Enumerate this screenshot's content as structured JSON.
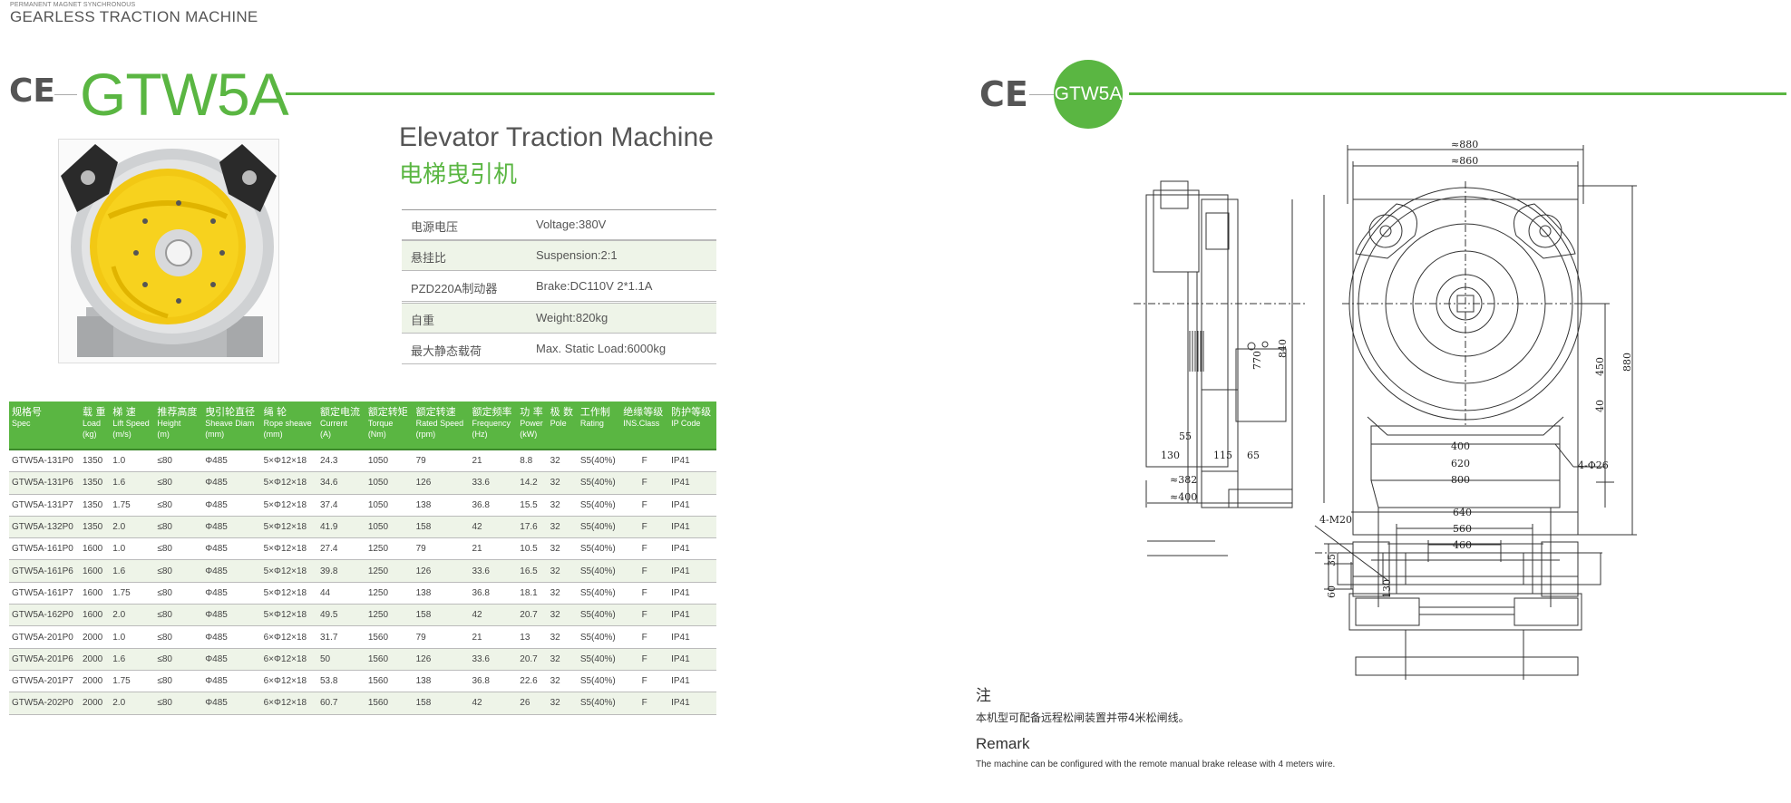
{
  "header": {
    "small": "PERMANENT MAGNET SYNCHRONOUS",
    "series": "GEARLESS TRACTION MACHINE"
  },
  "left": {
    "ce_mark": "CE",
    "model": "GTW5A",
    "title_en": "Elevator Traction Machine",
    "title_cn": "电梯曳引机",
    "specs": [
      {
        "k": "电源电压",
        "v": "Voltage:380V"
      },
      {
        "k": "悬挂比",
        "v": "Suspension:2:1"
      },
      {
        "k": "PZD220A制动器",
        "v": "Brake:DC110V 2*1.1A"
      },
      {
        "k": "自重",
        "v": "Weight:820kg"
      },
      {
        "k": "最大静态载荷",
        "v": "Max. Static Load:6000kg"
      }
    ]
  },
  "table": {
    "headers": [
      {
        "cn": "规格号",
        "en": "Spec",
        "en2": ""
      },
      {
        "cn": "载 重",
        "en": "Load",
        "en2": "(kg)"
      },
      {
        "cn": "梯 速",
        "en": "Lift Speed",
        "en2": "(m/s)"
      },
      {
        "cn": "推荐高度",
        "en": "Height",
        "en2": "(m)"
      },
      {
        "cn": "曳引轮直径",
        "en": "Sheave Diam",
        "en2": "(mm)"
      },
      {
        "cn": "绳 轮",
        "en": "Rope sheave",
        "en2": "(mm)"
      },
      {
        "cn": "额定电流",
        "en": "Current",
        "en2": "(A)"
      },
      {
        "cn": "额定转矩",
        "en": "Torque",
        "en2": "(Nm)"
      },
      {
        "cn": "额定转速",
        "en": "Rated Speed",
        "en2": "(rpm)"
      },
      {
        "cn": "额定频率",
        "en": "Frequency",
        "en2": "(Hz)"
      },
      {
        "cn": "功 率",
        "en": "Power",
        "en2": "(kW)"
      },
      {
        "cn": "极 数",
        "en": "Pole",
        "en2": ""
      },
      {
        "cn": "工作制",
        "en": "Rating",
        "en2": ""
      },
      {
        "cn": "绝缘等级",
        "en": "INS.Class",
        "en2": ""
      },
      {
        "cn": "防护等级",
        "en": "IP Code",
        "en2": ""
      }
    ],
    "rows": [
      [
        "GTW5A-131P0",
        "1350",
        "1.0",
        "≤80",
        "Φ485",
        "5×Φ12×18",
        "24.3",
        "1050",
        "79",
        "21",
        "8.8",
        "32",
        "S5(40%)",
        "F",
        "IP41"
      ],
      [
        "GTW5A-131P6",
        "1350",
        "1.6",
        "≤80",
        "Φ485",
        "5×Φ12×18",
        "34.6",
        "1050",
        "126",
        "33.6",
        "14.2",
        "32",
        "S5(40%)",
        "F",
        "IP41"
      ],
      [
        "GTW5A-131P7",
        "1350",
        "1.75",
        "≤80",
        "Φ485",
        "5×Φ12×18",
        "37.4",
        "1050",
        "138",
        "36.8",
        "15.5",
        "32",
        "S5(40%)",
        "F",
        "IP41"
      ],
      [
        "GTW5A-132P0",
        "1350",
        "2.0",
        "≤80",
        "Φ485",
        "5×Φ12×18",
        "41.9",
        "1050",
        "158",
        "42",
        "17.6",
        "32",
        "S5(40%)",
        "F",
        "IP41"
      ],
      [
        "GTW5A-161P0",
        "1600",
        "1.0",
        "≤80",
        "Φ485",
        "5×Φ12×18",
        "27.4",
        "1250",
        "79",
        "21",
        "10.5",
        "32",
        "S5(40%)",
        "F",
        "IP41"
      ],
      [
        "GTW5A-161P6",
        "1600",
        "1.6",
        "≤80",
        "Φ485",
        "5×Φ12×18",
        "39.8",
        "1250",
        "126",
        "33.6",
        "16.5",
        "32",
        "S5(40%)",
        "F",
        "IP41"
      ],
      [
        "GTW5A-161P7",
        "1600",
        "1.75",
        "≤80",
        "Φ485",
        "5×Φ12×18",
        "44",
        "1250",
        "138",
        "36.8",
        "18.1",
        "32",
        "S5(40%)",
        "F",
        "IP41"
      ],
      [
        "GTW5A-162P0",
        "1600",
        "2.0",
        "≤80",
        "Φ485",
        "5×Φ12×18",
        "49.5",
        "1250",
        "158",
        "42",
        "20.7",
        "32",
        "S5(40%)",
        "F",
        "IP41"
      ],
      [
        "GTW5A-201P0",
        "2000",
        "1.0",
        "≤80",
        "Φ485",
        "6×Φ12×18",
        "31.7",
        "1560",
        "79",
        "21",
        "13",
        "32",
        "S5(40%)",
        "F",
        "IP41"
      ],
      [
        "GTW5A-201P6",
        "2000",
        "1.6",
        "≤80",
        "Φ485",
        "6×Φ12×18",
        "50",
        "1560",
        "126",
        "33.6",
        "20.7",
        "32",
        "S5(40%)",
        "F",
        "IP41"
      ],
      [
        "GTW5A-201P7",
        "2000",
        "1.75",
        "≤80",
        "Φ485",
        "6×Φ12×18",
        "53.8",
        "1560",
        "138",
        "36.8",
        "22.6",
        "32",
        "S5(40%)",
        "F",
        "IP41"
      ],
      [
        "GTW5A-202P0",
        "2000",
        "2.0",
        "≤80",
        "Φ485",
        "6×Φ12×18",
        "60.7",
        "1560",
        "158",
        "42",
        "26",
        "32",
        "S5(40%)",
        "F",
        "IP41"
      ]
    ]
  },
  "right": {
    "ce_mark": "CE",
    "badge": "GTW5A",
    "dims": {
      "w880": "≈880",
      "w860": "≈860",
      "h840": "840",
      "h770": "770",
      "h880": "880",
      "d450": "450",
      "d40": "40",
      "d55": "55",
      "d130": "130",
      "d115": "115",
      "d65": "65",
      "d400": "400",
      "d620": "620",
      "d800": "800",
      "d382": "≈382",
      "d400b": "≈400",
      "hole": "4-Φ26",
      "bolt": "4-M20",
      "t640": "640",
      "t560": "560",
      "t460": "460",
      "t35": "35",
      "t60": "60",
      "t130": "130"
    },
    "note_cn_title": "注",
    "note_cn": "本机型可配备远程松闸装置并带4米松闸线。",
    "remark_title": "Remark",
    "remark_text": "The machine can be configured with the remote manual brake release with 4 meters wire."
  },
  "colors": {
    "accent": "#5ab642",
    "row_alt": "#eef4e8"
  }
}
